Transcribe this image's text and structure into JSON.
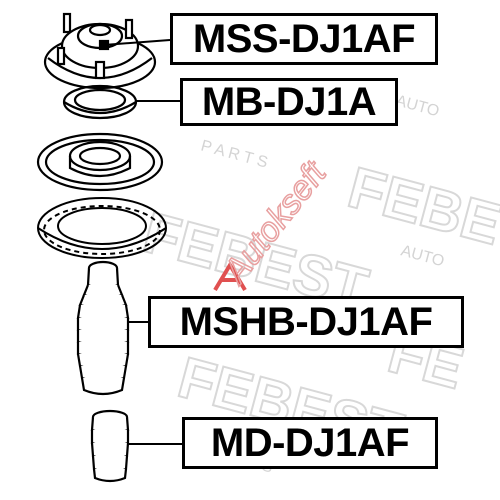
{
  "parts": [
    {
      "part_number": "MSS-DJ1AF"
    },
    {
      "part_number": "MB-DJ1A"
    },
    {
      "part_number": "MSHB-DJ1AF"
    },
    {
      "part_number": "MD-DJ1AF"
    }
  ],
  "watermarks": {
    "brand_text": "FEBEST",
    "sub_text": "AUTO PARTS",
    "overlay_text": "Autokseft"
  },
  "colors": {
    "line": "#000000",
    "watermark": "#cfcfcf",
    "overlay_brand": "#e05050",
    "background": "#ffffff"
  }
}
